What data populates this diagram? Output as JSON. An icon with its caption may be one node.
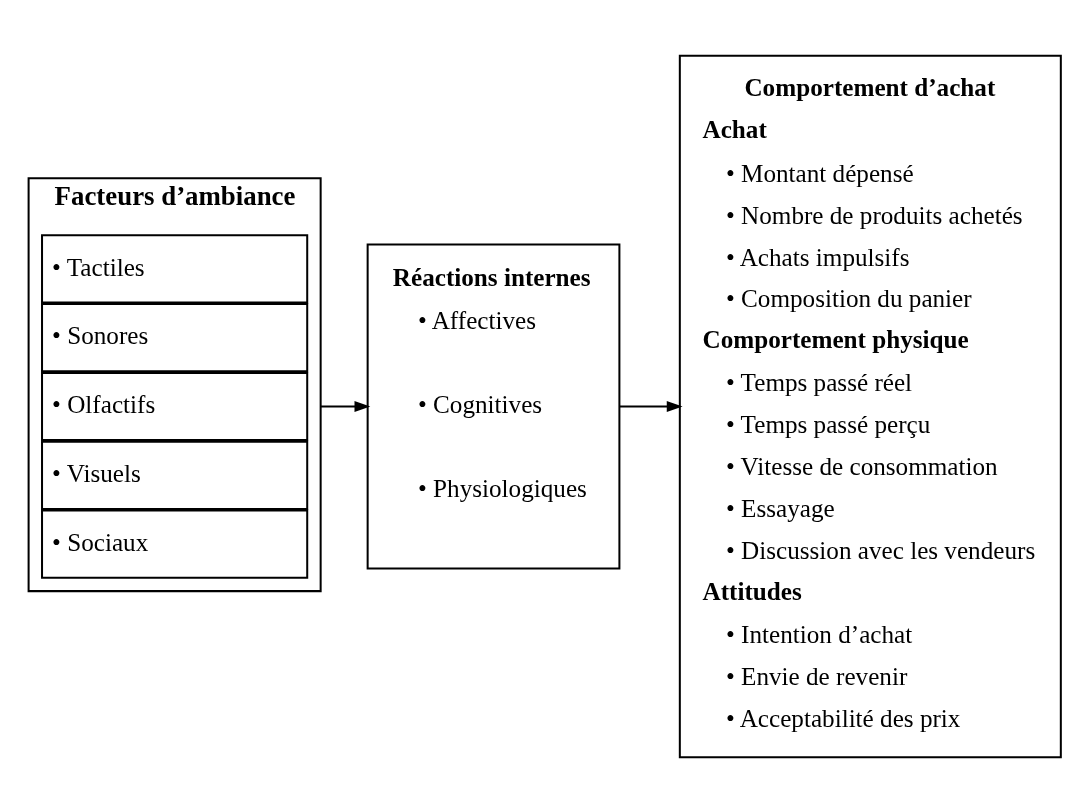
{
  "diagram": {
    "nodes": [
      {
        "text": [
          "Facteurs d’ambiance"
        ]
      },
      {
        "text": [
          "• Tactiles"
        ],
        "in": 0
      },
      {
        "text": [
          "• Sonores"
        ],
        "in": 0
      },
      {
        "text": [
          "• Olfactifs"
        ],
        "in": 0
      },
      {
        "text": [
          "• Visuels"
        ],
        "in": 0
      },
      {
        "text": [
          "• Sociaux"
        ],
        "in": 0
      },
      {
        "text": [
          "Réactions internes",
          "• Affectives",
          "• Cognitives",
          "• Physiologiques"
        ]
      },
      {
        "text": [
          "Comportement d’achat",
          "Achat",
          "• Montant dépensé",
          "• Nombre de produits achetés",
          "• Achats impulsifs",
          "• Composition du panier",
          "Comportement physique",
          "• Temps passé réel",
          "• Temps passé perçu",
          "• Vitesse de consommation",
          "• Essayage",
          "• Discussion avec les vendeurs",
          "Attitudes",
          "• Intention d’achat",
          "• Envie de revenir",
          "• Acceptabilité des prix"
        ]
      }
    ],
    "edges": [
      {
        "from": 0,
        "to": 6,
        "arrow": "to"
      },
      {
        "from": 6,
        "to": 7,
        "arrow": "to"
      }
    ]
  }
}
